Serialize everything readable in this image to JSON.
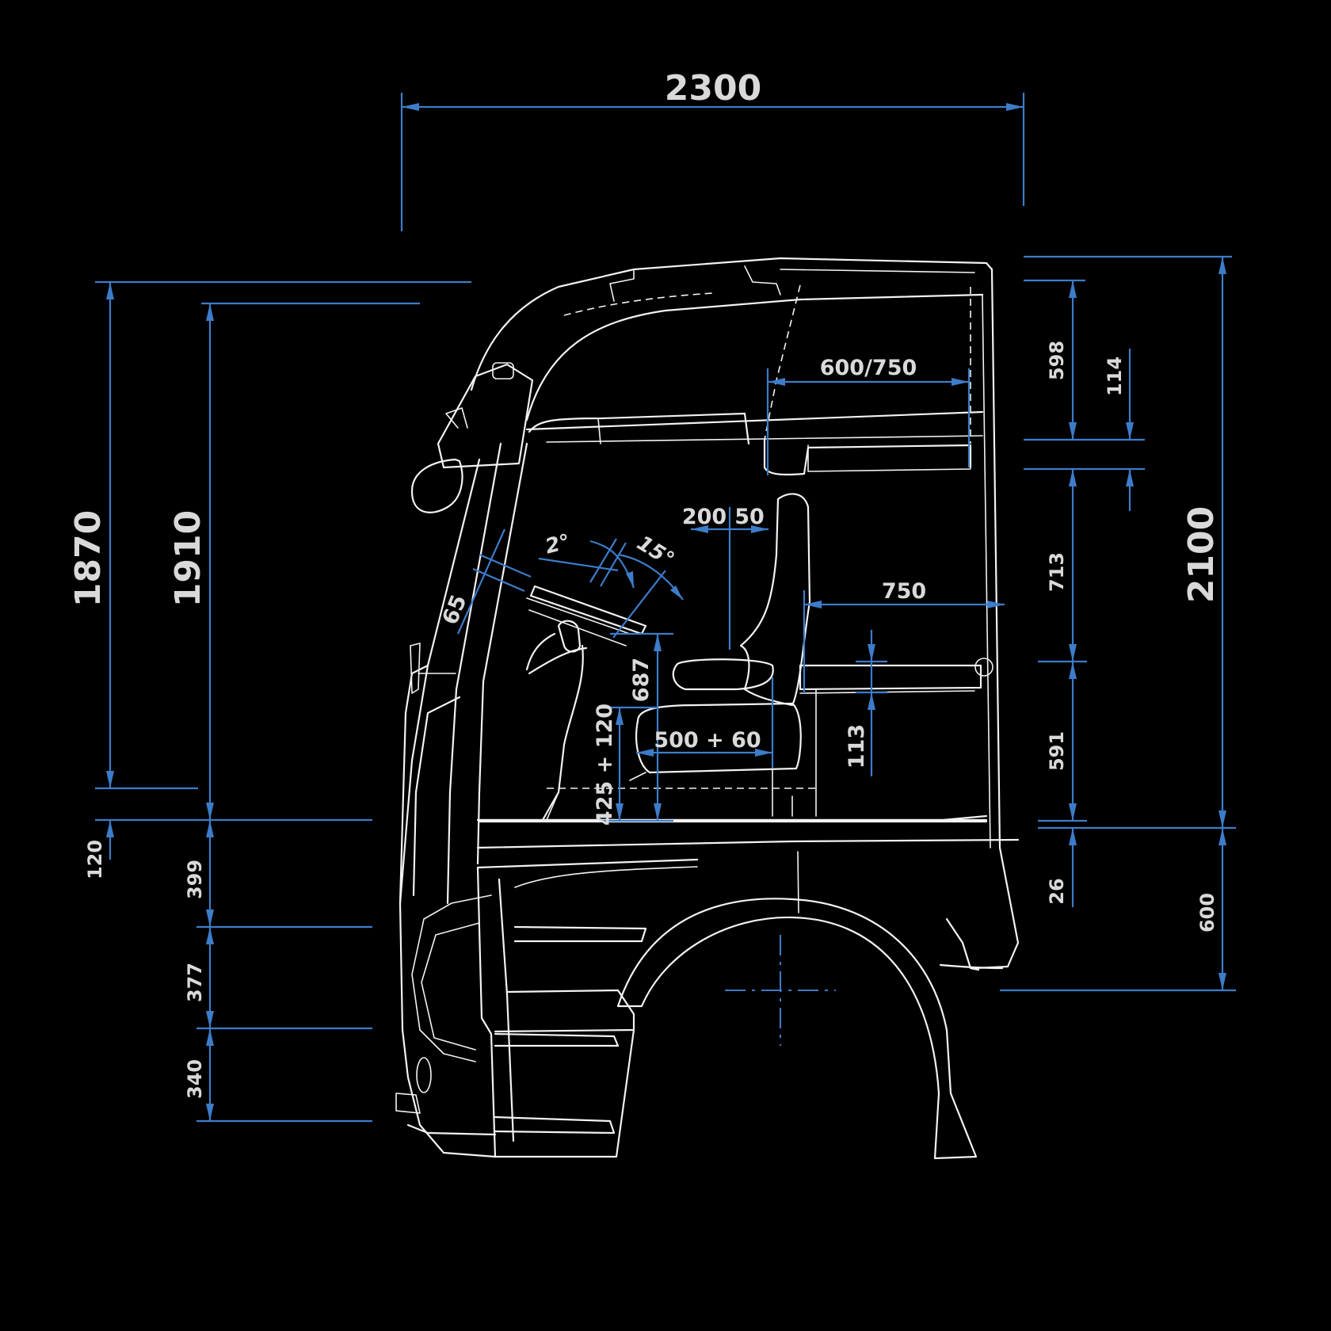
{
  "diagram": {
    "colors": {
      "background": "#000000",
      "outline": "#f2f2f2",
      "dimension": "#3d7cc9",
      "label": "#d9d9d9"
    },
    "dimensions": {
      "overall_length": "2300",
      "left_height_1870": "1870",
      "left_height_1910": "1910",
      "left_offset_120": "120",
      "step_399": "399",
      "step_377": "377",
      "step_340": "340",
      "overall_height": "2100",
      "roof_598": "598",
      "bunk_114": "114",
      "interior_713": "713",
      "lower_591": "591",
      "floor_26": "26",
      "ground_600": "600",
      "upper_bunk_width": "600/750",
      "lower_bunk_width": "750",
      "bunk_gap_113": "113",
      "seat_offset_200": "200",
      "seat_offset_50": "50",
      "seat_travel": "500 + 60",
      "seat_height": "425 + 120",
      "wheel_height_687": "687",
      "wheel_reach_65": "65",
      "wheel_tilt_2": "2°",
      "wheel_tilt_15": "15°"
    }
  }
}
